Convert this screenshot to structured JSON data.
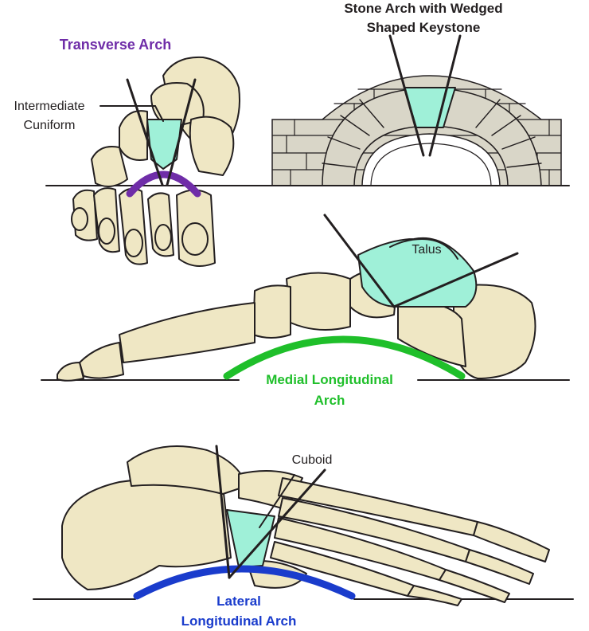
{
  "labels": {
    "transverse_arch": "Transverse Arch",
    "intermediate_cuniform_1": "Intermediate",
    "intermediate_cuniform_2": "Cuniform",
    "stone_arch_1": "Stone Arch with Wedged",
    "stone_arch_2": "Shaped Keystone",
    "talus": "Talus",
    "medial_arch_1": "Medial Longitudinal",
    "medial_arch_2": "Arch",
    "cuboid": "Cuboid",
    "lateral_arch_1": "Lateral",
    "lateral_arch_2": "Longitudinal Arch"
  },
  "colors": {
    "bone": "#efe7c4",
    "keystone": "#9ff0d8",
    "outline": "#231f20",
    "transverse": "#6f2da8",
    "medial": "#1fbf2a",
    "lateral": "#1a3ccc",
    "brick": "#d9d6c8"
  }
}
